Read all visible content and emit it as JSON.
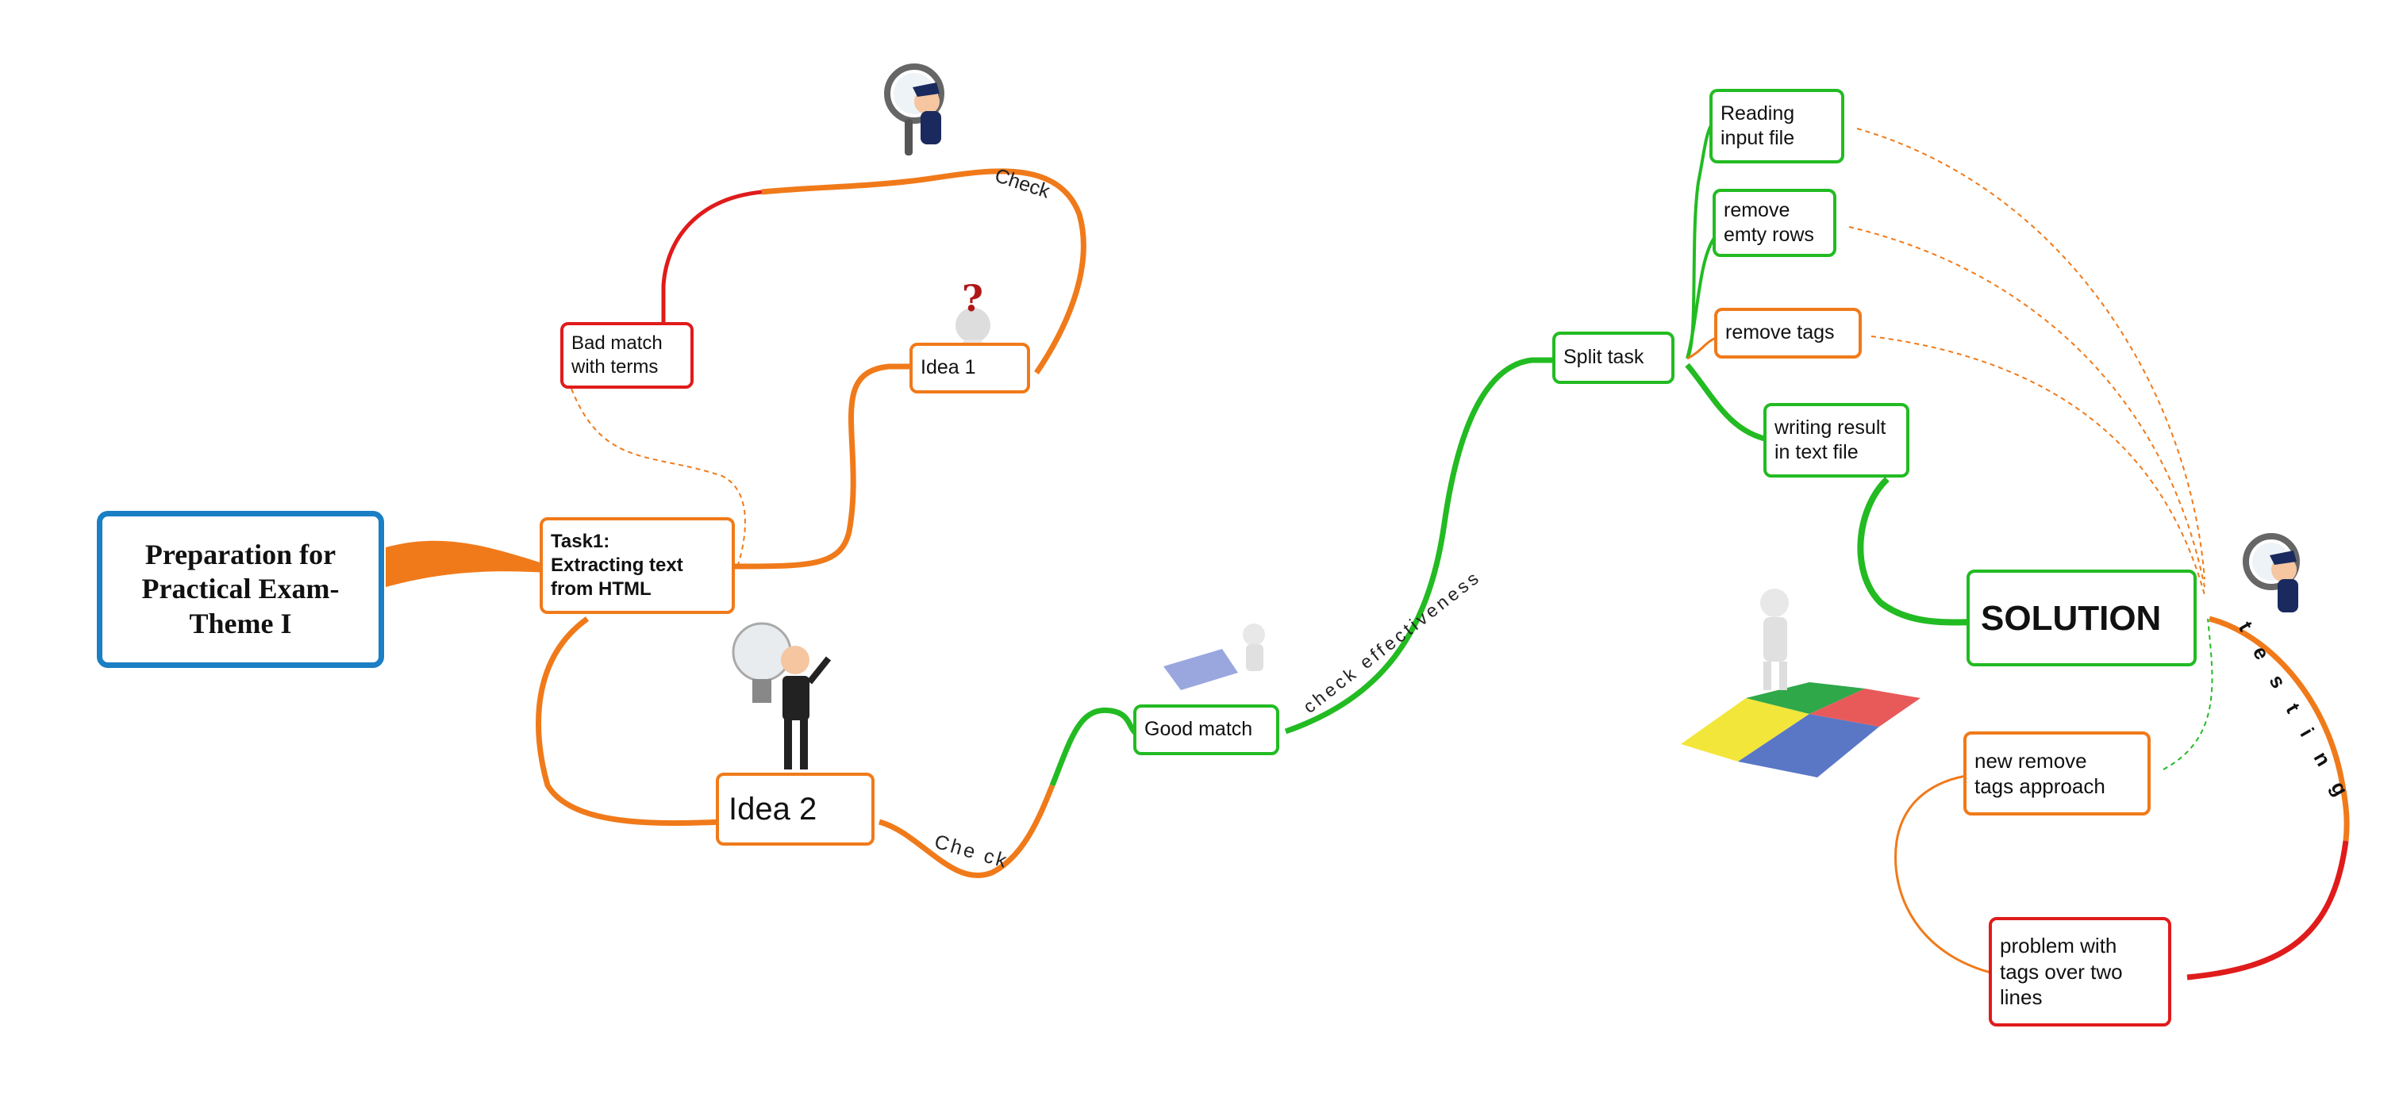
{
  "mindmap": {
    "central": {
      "label": "Preparation for\nPractical Exam-\nTheme I",
      "color": "#1a7fc4"
    },
    "topics": {
      "task1": {
        "label": "Task1:\nExtracting text\nfrom HTML"
      },
      "bad_match": {
        "label": "Bad match\nwith terms"
      },
      "idea1": {
        "label": "Idea 1"
      },
      "idea2": {
        "label": "Idea 2"
      },
      "good_match": {
        "label": "Good match"
      },
      "split_task": {
        "label": "Split task"
      },
      "reading": {
        "label": "Reading\ninput file"
      },
      "remove_empty": {
        "label": "remove\nemty rows"
      },
      "remove_tags": {
        "label": "remove tags"
      },
      "writing": {
        "label": "writing result\nin text file"
      },
      "solution": {
        "label": "SOLUTION"
      },
      "new_remove": {
        "label": "new remove\ntags approach"
      },
      "problem": {
        "label": "problem with\ntags over two\nlines"
      }
    },
    "edge_labels": {
      "check_top": "Check",
      "check_bottom": "Che ck",
      "check_effectiveness": "check effectiveness",
      "testing": "t e s t i n g"
    },
    "colors": {
      "orange": "#f07a1a",
      "green": "#22bb22",
      "red": "#e01b1b",
      "blue": "#1a7fc4"
    },
    "illustrations": [
      "question-figure",
      "inspector-figure",
      "idea-man-figure",
      "puzzle-figure"
    ]
  }
}
